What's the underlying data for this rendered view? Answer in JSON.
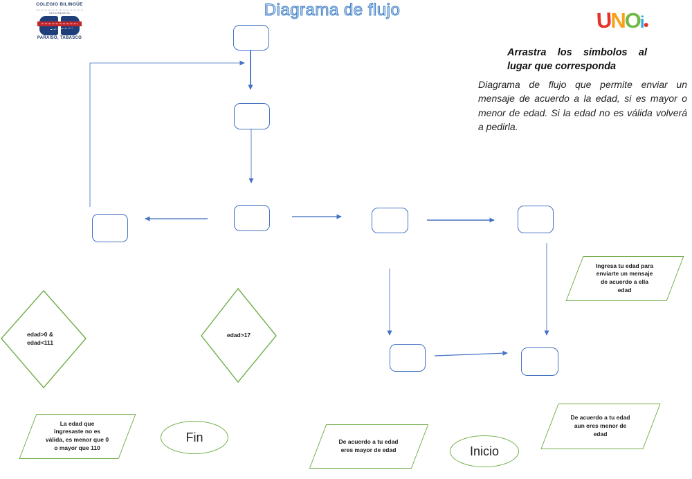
{
  "title": "Diagrama de flujo",
  "school": {
    "name": "COLEGIO BILINGÜE",
    "level": "SECUNDARIA",
    "location": "PARAÍSO, TABASCO"
  },
  "brand": {
    "letters": [
      "U",
      "N",
      "O",
      "i"
    ],
    "colors": [
      "#e6332a",
      "#f7a11a",
      "#72b944",
      "#29abe2"
    ]
  },
  "instructions": {
    "heading": "Arrastra los símbolos al lugar que corresponda",
    "body": "Diagrama de flujo que permite enviar un mensaje de acuerdo a la edad, si es mayor o menor de edad. Si la edad no es válida volverá a pedirla."
  },
  "shapes": {
    "decision_range": "edad>0 &\nedad<111",
    "decision_adult": "edad>17",
    "io_input": "Ingresa tu edad para\nenviarte un mensaje\nde acuerdo a ella\nedad",
    "io_invalid": "La edad que\ningresaste no es\nválida, es menor que 0\no mayor que 110",
    "io_adult": "De acuerdo a tu edad\neres mayor de edad",
    "io_minor": "De acuerdo a tu edad\naun eres menor de\nedad",
    "terminator_end": "Fin",
    "terminator_start": "Inicio"
  },
  "colors": {
    "flow_blue": "#4472c4",
    "shape_green": "#70ad47",
    "title_blue": "#5b9bd5"
  }
}
